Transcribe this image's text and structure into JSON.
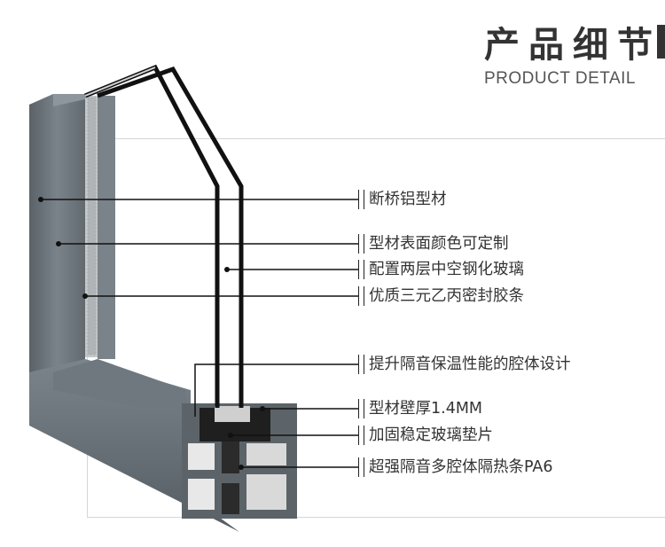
{
  "header": {
    "title_cn": "产品细节",
    "title_en": "PRODUCT DETAIL"
  },
  "callouts": [
    "断桥铝型材",
    "型材表面颜色可定制",
    "配置两层中空钢化玻璃",
    "优质三元乙丙密封胶条",
    "提升隔音保温性能的腔体设计",
    "型材壁厚1.4MM",
    "加固稳定玻璃垫片",
    "超强隔音多腔体隔热条PA6"
  ],
  "colors": {
    "profile": "#6b747c",
    "profile_dark": "#4b5257",
    "text": "#333333"
  }
}
